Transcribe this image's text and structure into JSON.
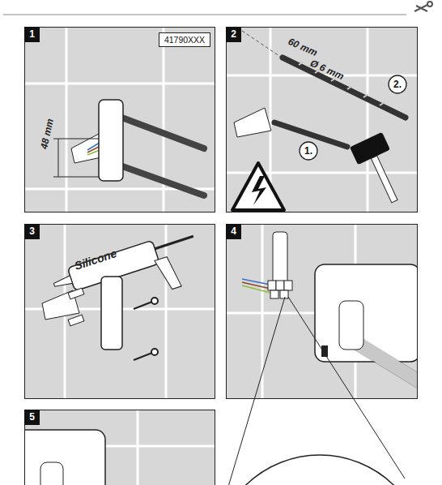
{
  "diagram": {
    "nodes": [
      {
        "text": [
          "1"
        ]
      },
      {
        "text": [
          "41790XXX"
        ],
        "in": 0
      },
      {
        "text": [
          "2"
        ]
      },
      {
        "text": [
          "2."
        ],
        "in": 2
      },
      {
        "text": [
          "1."
        ],
        "in": 2
      },
      {
        "text": [
          "3"
        ]
      },
      {
        "text": [
          "4"
        ]
      },
      {
        "text": [
          "5"
        ]
      }
    ],
    "labels": [
      "48 mm",
      "60 mm",
      "Ø 6 mm",
      "Silicone"
    ]
  }
}
